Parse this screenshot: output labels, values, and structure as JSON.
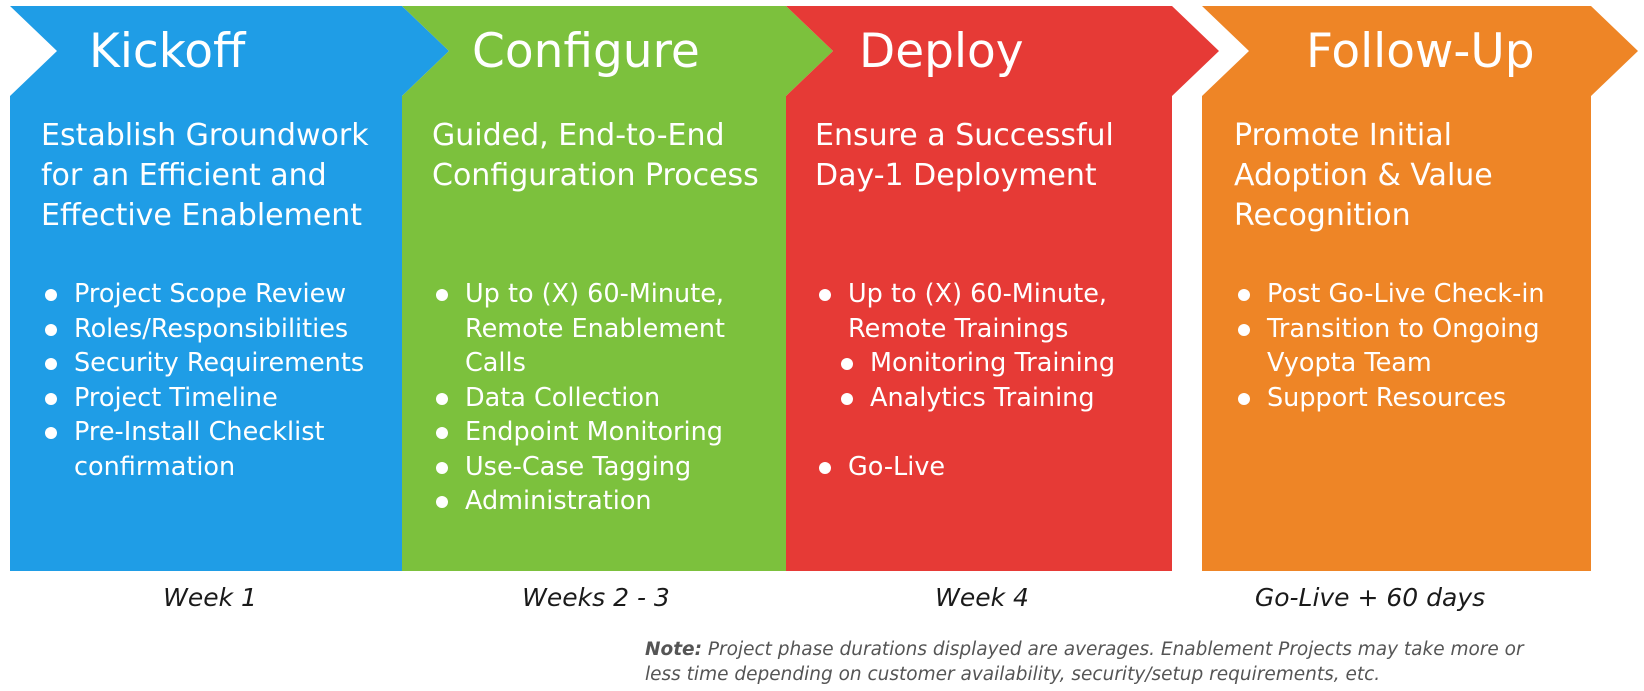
{
  "phases": [
    {
      "title": "Kickoff",
      "subtitle": "Establish Groundwork for an Efficient and Effective Enablement",
      "bullets": [
        {
          "text": "Project Scope Review"
        },
        {
          "text": "Roles/Responsibilities"
        },
        {
          "text": "Security Requirements"
        },
        {
          "text": "Project Timeline"
        },
        {
          "text": "Pre-Install Checklist confirmation"
        }
      ],
      "duration": "Week 1",
      "color": "#1f9de6"
    },
    {
      "title": "Configure",
      "subtitle": "Guided, End-to-End Configuration Process",
      "bullets": [
        {
          "text": "Up to (X) 60-Minute, Remote Enablement Calls"
        },
        {
          "text": "Data Collection"
        },
        {
          "text": "Endpoint Monitoring"
        },
        {
          "text": "Use-Case Tagging"
        },
        {
          "text": "Administration"
        }
      ],
      "duration": "Weeks 2 - 3",
      "color": "#7cc13d"
    },
    {
      "title": "Deploy",
      "subtitle": "Ensure a Successful Day-1 Deployment",
      "bullets": [
        {
          "text": "Up to (X) 60-Minute, Remote Trainings"
        },
        {
          "text": "Monitoring Training",
          "sub": true
        },
        {
          "text": "Analytics Training",
          "sub": true
        },
        {
          "text": "Go-Live",
          "gap": true
        }
      ],
      "duration": "Week 4",
      "color": "#e63a36"
    },
    {
      "title": "Follow-Up",
      "subtitle": "Promote Initial Adoption & Value Recognition",
      "bullets": [
        {
          "text": "Post Go-Live Check-in"
        },
        {
          "text": "Transition to Ongoing Vyopta Team"
        },
        {
          "text": "Support Resources"
        }
      ],
      "duration": "Go-Live + 60 days",
      "color": "#ee8526"
    }
  ],
  "note": {
    "label": "Note:",
    "text": "Project phase durations displayed are averages. Enablement Projects may take more or less time depending on customer availability, security/setup requirements, etc."
  }
}
